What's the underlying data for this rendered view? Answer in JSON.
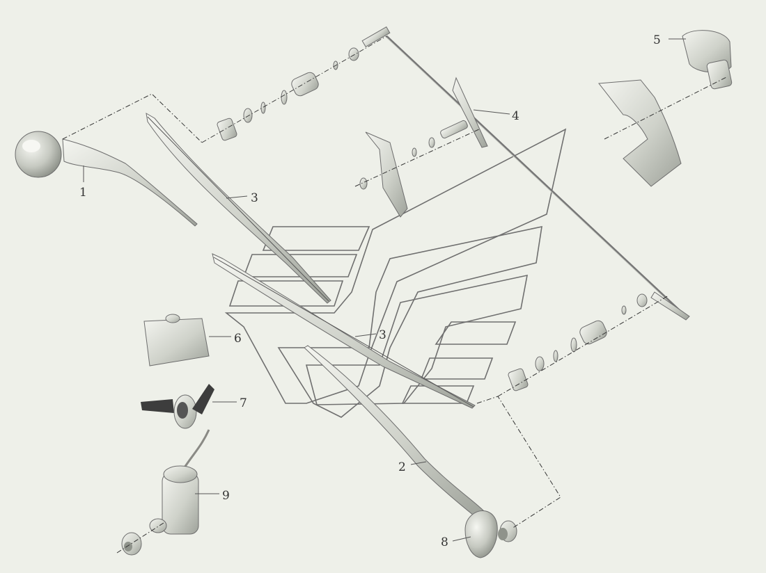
{
  "diagram": {
    "callouts": [
      "1",
      "2",
      "3",
      "3",
      "4",
      "5",
      "6",
      "7",
      "8",
      "9"
    ],
    "colors": {
      "background": "#eef0e9",
      "part_fill": "#dfe2da",
      "part_shadow": "#a9ada5",
      "line": "#555555",
      "watermark": "#6f6f6f"
    }
  }
}
